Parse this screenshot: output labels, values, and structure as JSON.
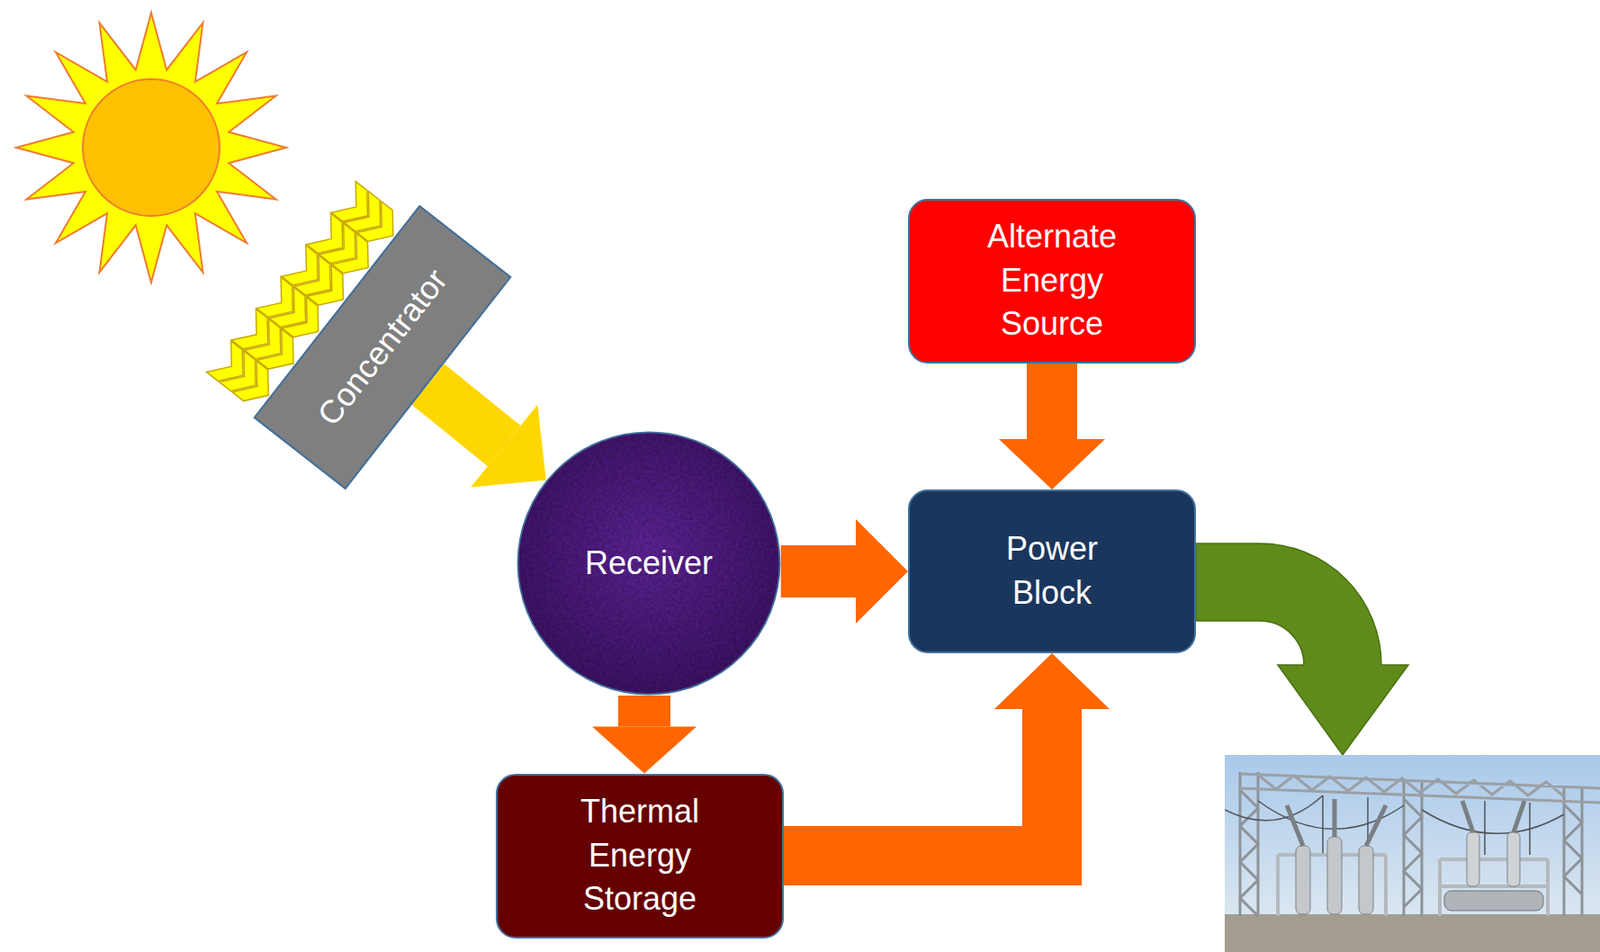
{
  "diagram": {
    "nodes": [
      {
        "text": [
          "Concentrator"
        ]
      },
      {
        "text": [
          "Alternate Energy Source"
        ]
      },
      {
        "text": [
          "Receiver"
        ]
      },
      {
        "text": [
          "Power Block"
        ]
      },
      {
        "text": [
          "Thermal Energy Storage"
        ]
      }
    ],
    "edges": [
      {
        "from": 0,
        "to": 2,
        "arrow": "to"
      },
      {
        "from": 2,
        "to": 3,
        "arrow": "to"
      },
      {
        "from": 2,
        "to": 4,
        "arrow": "to"
      },
      {
        "from": 4,
        "to": 3,
        "arrow": "to"
      },
      {
        "from": 1,
        "to": 3,
        "arrow": "to"
      }
    ]
  }
}
